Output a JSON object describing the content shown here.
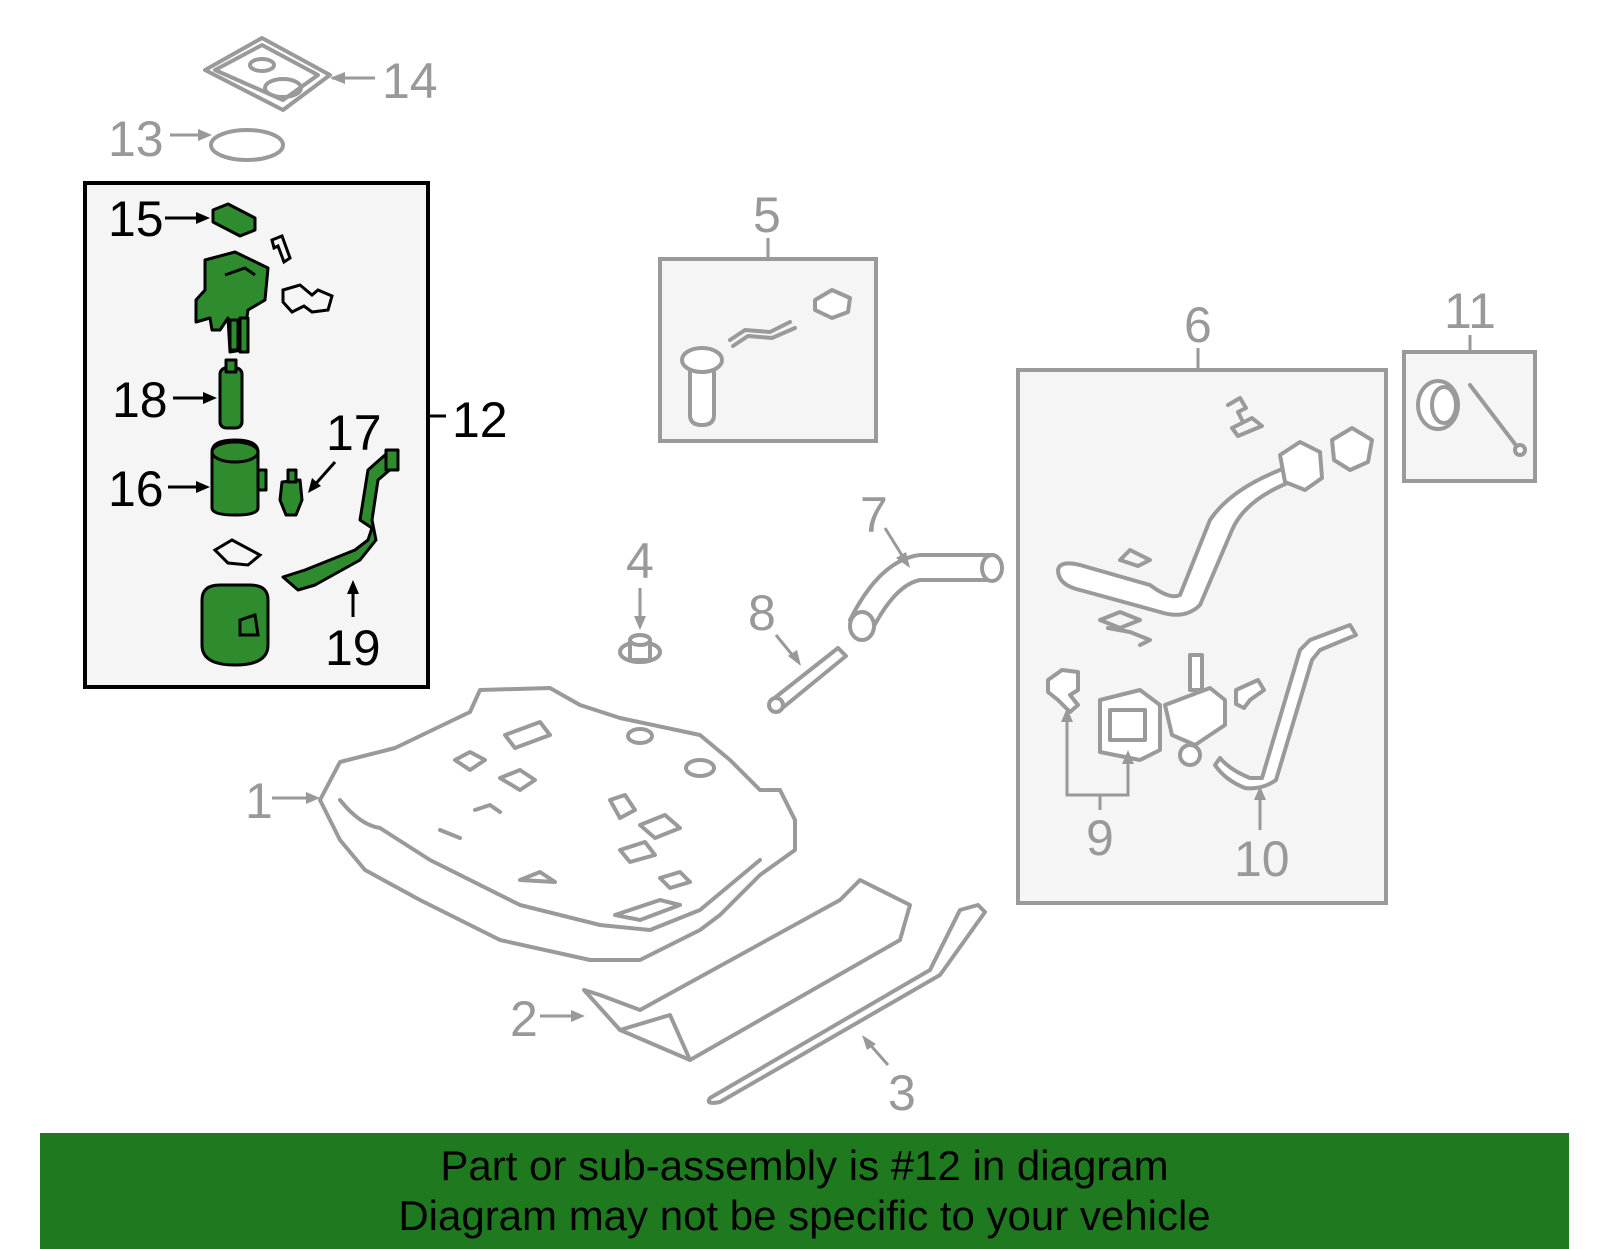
{
  "callouts": {
    "c1": "1",
    "c2": "2",
    "c3": "3",
    "c4": "4",
    "c5": "5",
    "c6": "6",
    "c7": "7",
    "c8": "8",
    "c9": "9",
    "c10": "10",
    "c11": "11",
    "c12": "12",
    "c13": "13",
    "c14": "14",
    "c15": "15",
    "c16": "16",
    "c17": "17",
    "c18": "18",
    "c19": "19"
  },
  "banner": {
    "line1": "Part or sub-assembly is #12 in diagram",
    "line2": "Diagram may not be specific to your vehicle"
  },
  "colors": {
    "highlight_part": "#2e8b2e",
    "banner_bg": "#1f7a1f",
    "callout_gray": "#999999",
    "subassembly_box_bg": "#f5f5f5"
  }
}
